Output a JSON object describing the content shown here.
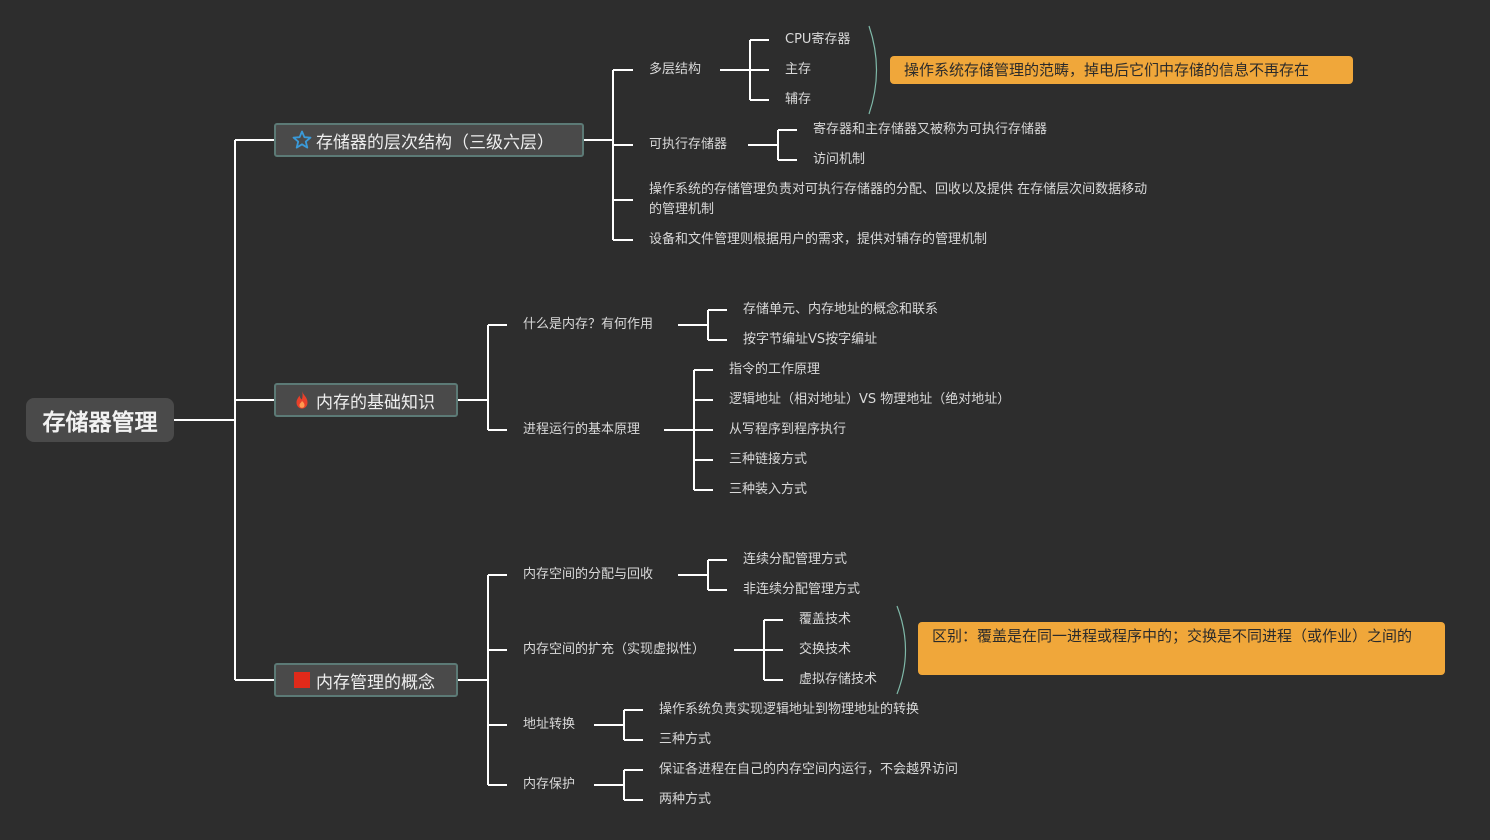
{
  "root": {
    "label": "存储器管理"
  },
  "branches": [
    {
      "label": "存储器的层次结构（三级六层）",
      "icon": "star-icon",
      "children": [
        {
          "label": "多层结构",
          "children": [
            "CPU寄存器",
            "主存",
            "辅存"
          ]
        },
        {
          "label": "可执行存储器",
          "children": [
            "寄存器和主存储器又被称为可执行存储器",
            "访问机制"
          ]
        },
        {
          "label": "操作系统的存储管理负责对可执行存储器的分配、回收以及提供 在存储层次间数据移动的管理机制"
        },
        {
          "label": "设备和文件管理则根据用户的需求，提供对辅存的管理机制"
        }
      ]
    },
    {
      "label": "内存的基础知识",
      "icon": "fire-icon",
      "children": [
        {
          "label": "什么是内存？有何作用",
          "children": [
            "存储单元、内存地址的概念和联系",
            "按字节编址VS按字编址"
          ]
        },
        {
          "label": "进程运行的基本原理",
          "children": [
            "指令的工作原理",
            "逻辑地址（相对地址）VS 物理地址（绝对地址）",
            "从写程序到程序执行",
            "三种链接方式",
            "三种装入方式"
          ]
        }
      ]
    },
    {
      "label": "内存管理的概念",
      "icon": "red-square-icon",
      "children": [
        {
          "label": "内存空间的分配与回收",
          "children": [
            "连续分配管理方式",
            "非连续分配管理方式"
          ]
        },
        {
          "label": "内存空间的扩充（实现虚拟性）",
          "children": [
            "覆盖技术",
            "交换技术",
            "虚拟存储技术"
          ]
        },
        {
          "label": "地址转换",
          "children": [
            "操作系统负责实现逻辑地址到物理地址的转换",
            "三种方式"
          ]
        },
        {
          "label": "内存保护",
          "children": [
            "保证各进程在自己的内存空间内运行，不会越界访问",
            "两种方式"
          ]
        }
      ]
    }
  ],
  "callouts": {
    "storage_levels": "操作系统存储管理的范畴，掉电后它们中存储的信息不再存在",
    "overlay_vs_swap": "区别：覆盖是在同一进程或程序中的；交换是不同进程（或作业）之间的"
  },
  "colors": {
    "background": "#2d2d2d",
    "callout": "#f0a73a",
    "star_icon": "#3a9ad9",
    "fire_icon": "#e8402a",
    "square_icon": "#e02a1a"
  }
}
